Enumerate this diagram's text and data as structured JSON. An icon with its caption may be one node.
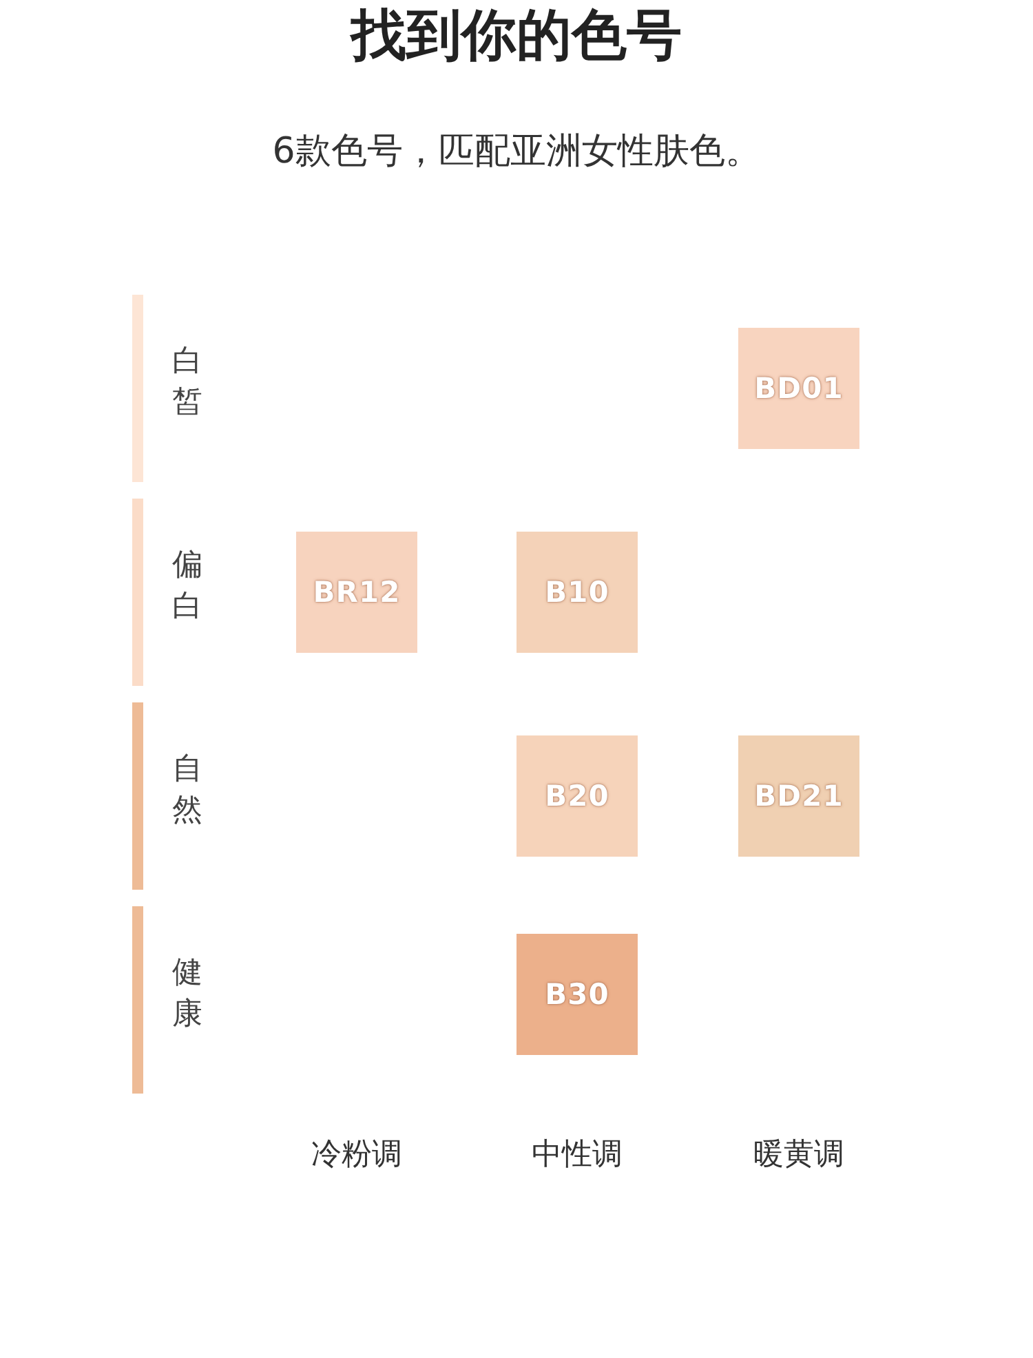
{
  "diagram": {
    "title": "找到你的色号",
    "nodes": [
      {
        "text": [
          "BD01"
        ]
      },
      {
        "text": [
          "BR12"
        ]
      },
      {
        "text": [
          "B10"
        ]
      },
      {
        "text": [
          "B20"
        ]
      },
      {
        "text": [
          "BD21"
        ]
      },
      {
        "text": [
          "B30"
        ]
      }
    ],
    "labels": [
      "6款色号，匹配亚洲女性肤色。",
      "白皙",
      "偏白",
      "自然",
      "健康",
      "冷粉调",
      "中性调",
      "暖黄调"
    ]
  }
}
